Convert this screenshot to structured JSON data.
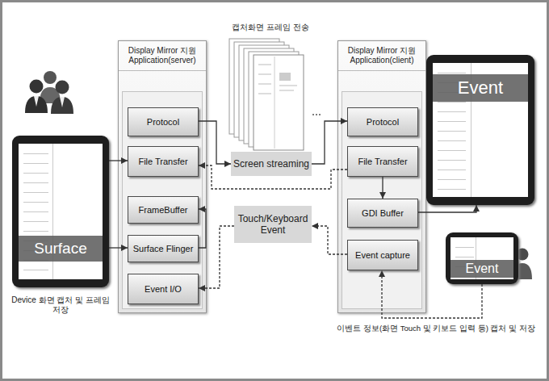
{
  "diagram": {
    "nodes": [
      {
        "text": [
          "Display Mirror 지원 Application(server)"
        ]
      },
      {
        "text": [
          "Protocol"
        ],
        "in": 0
      },
      {
        "text": [
          "File Transfer"
        ],
        "in": 0
      },
      {
        "text": [
          "FrameBuffer"
        ],
        "in": 0
      },
      {
        "text": [
          "Surface Flinger"
        ],
        "in": 0
      },
      {
        "text": [
          "Event I/O"
        ],
        "in": 0
      },
      {
        "text": [
          "Display Mirror 지원 Application(client)"
        ]
      },
      {
        "text": [
          "Protocol"
        ],
        "in": 6
      },
      {
        "text": [
          "File Transfer"
        ],
        "in": 6
      },
      {
        "text": [
          "GDI Buffer"
        ],
        "in": 6
      },
      {
        "text": [
          "Event capture"
        ],
        "in": 6
      },
      {
        "text": [
          "Screen streaming"
        ]
      },
      {
        "text": [
          "Touch/Keyboard Event"
        ]
      },
      {
        "text": [
          "Surface"
        ]
      },
      {
        "text": [
          "Event"
        ]
      },
      {
        "text": [
          "Event"
        ]
      }
    ],
    "edges": [
      {
        "from": 13,
        "to": 4,
        "arrow": "to"
      },
      {
        "from": 4,
        "to": 3,
        "arrow": "to"
      },
      {
        "from": 1,
        "to": 11,
        "arrow": "to"
      },
      {
        "from": 11,
        "to": 7,
        "arrow": "to"
      },
      {
        "from": 8,
        "to": 9,
        "arrow": "to"
      },
      {
        "from": 9,
        "to": 14,
        "arrow": "to"
      },
      {
        "from": 10,
        "to": 12,
        "arrow": "to"
      },
      {
        "from": 12,
        "to": 5,
        "arrow": "to"
      },
      {
        "from": 8,
        "to": 2,
        "arrow": "to"
      },
      {
        "from": 15,
        "to": 10,
        "arrow": "to"
      },
      {
        "from": 13,
        "to": 2,
        "arrow": "to"
      }
    ],
    "labels": [
      "캡처화면 프레임 전송",
      "Device 화면 캡처 및 프레임 저장",
      "이벤트 정보(화면 Touch 및 키보드 입력 등) 캡처 및 저장"
    ]
  }
}
